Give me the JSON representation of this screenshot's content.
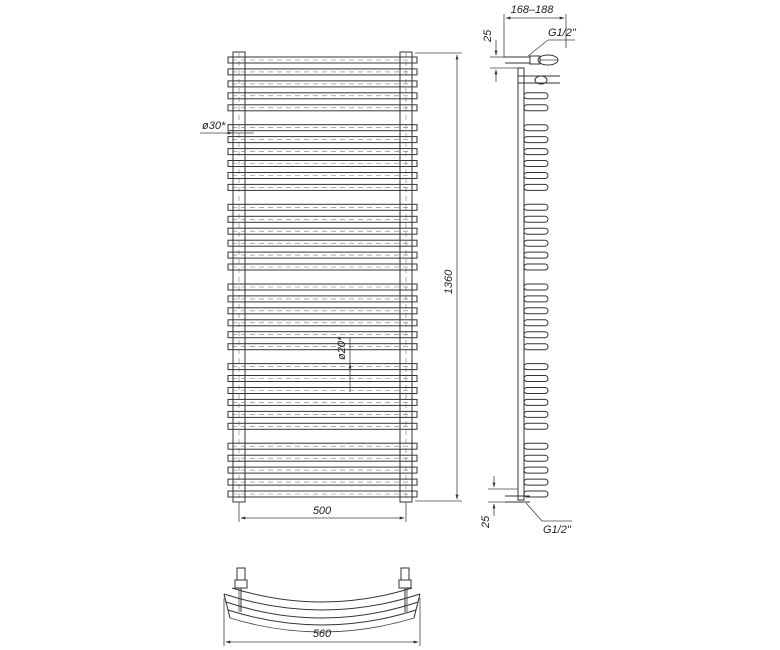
{
  "dimensions": {
    "width_front": "500",
    "height": "1360",
    "rail_diameter": "ø30*",
    "bar_diameter": "ø20*",
    "width_bottom": "560",
    "depth_range": "168–188",
    "top_offset": "25",
    "bottom_offset": "25",
    "connection_top": "G1/2\"",
    "connection_bottom": "G1/2\""
  },
  "front_view": {
    "bar_groups": [
      5,
      6,
      6,
      6,
      6,
      5
    ]
  },
  "colors": {
    "line": "#333333",
    "background": "#ffffff"
  }
}
